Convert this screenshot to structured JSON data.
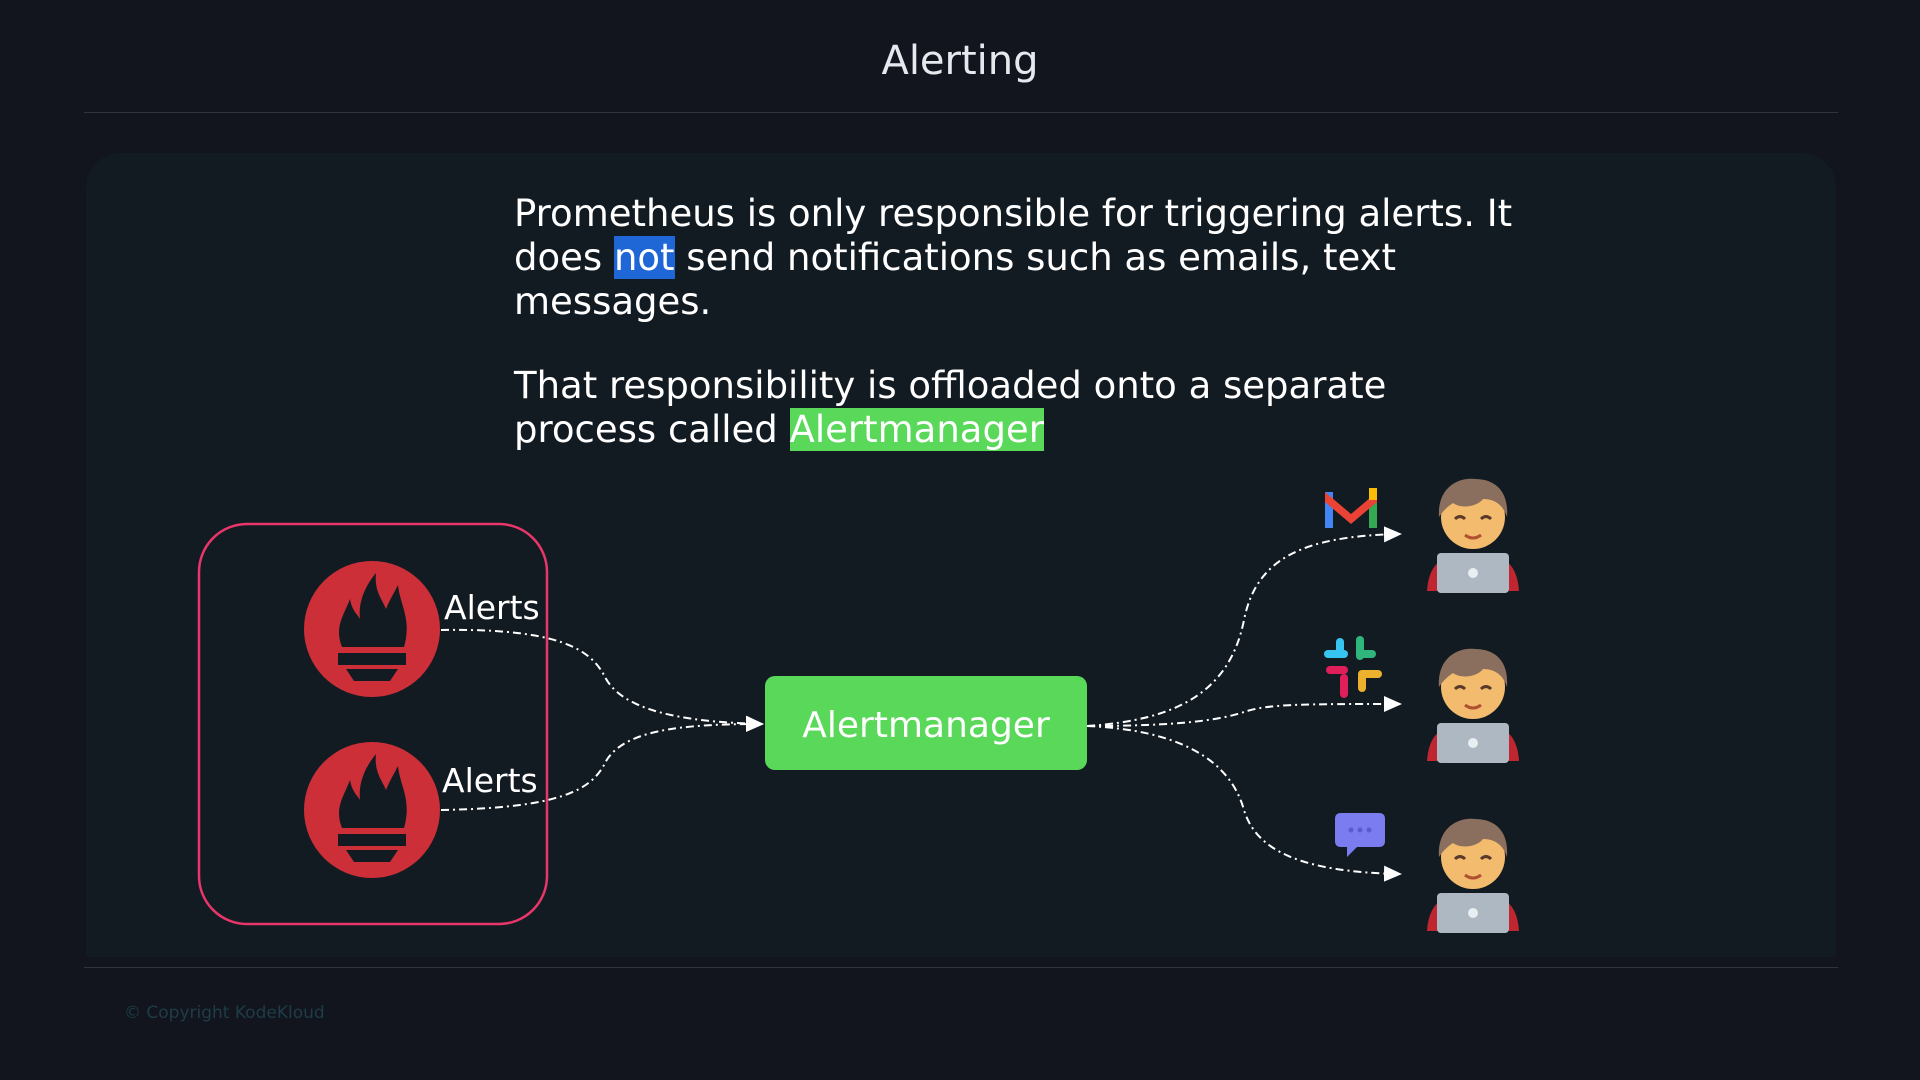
{
  "slide": {
    "title": "Alerting",
    "paragraph1": {
      "before": "Prometheus is only responsible for triggering alerts. It does ",
      "highlight": "not",
      "after": " send notifications such as emails, text messages."
    },
    "paragraph2": {
      "before": "That responsibility is offloaded onto a separate process called ",
      "highlight": "Alertmanager"
    },
    "copyright": "© Copyright KodeKloud"
  },
  "diagram": {
    "prometheus_alert_labels": [
      "Alerts",
      "Alerts"
    ],
    "alertmanager_label": "Alertmanager",
    "channels": [
      "gmail-icon",
      "slack-icon",
      "chat-icon"
    ],
    "recipients": [
      "user-1",
      "user-2",
      "user-3"
    ]
  },
  "colors": {
    "background": "#12141e",
    "panel": "#131b22",
    "prometheus_red": "#cc2f38",
    "border_pink": "#e8356a",
    "alertmanager_green": "#59d85a",
    "highlight_blue": "#1f66d6"
  }
}
